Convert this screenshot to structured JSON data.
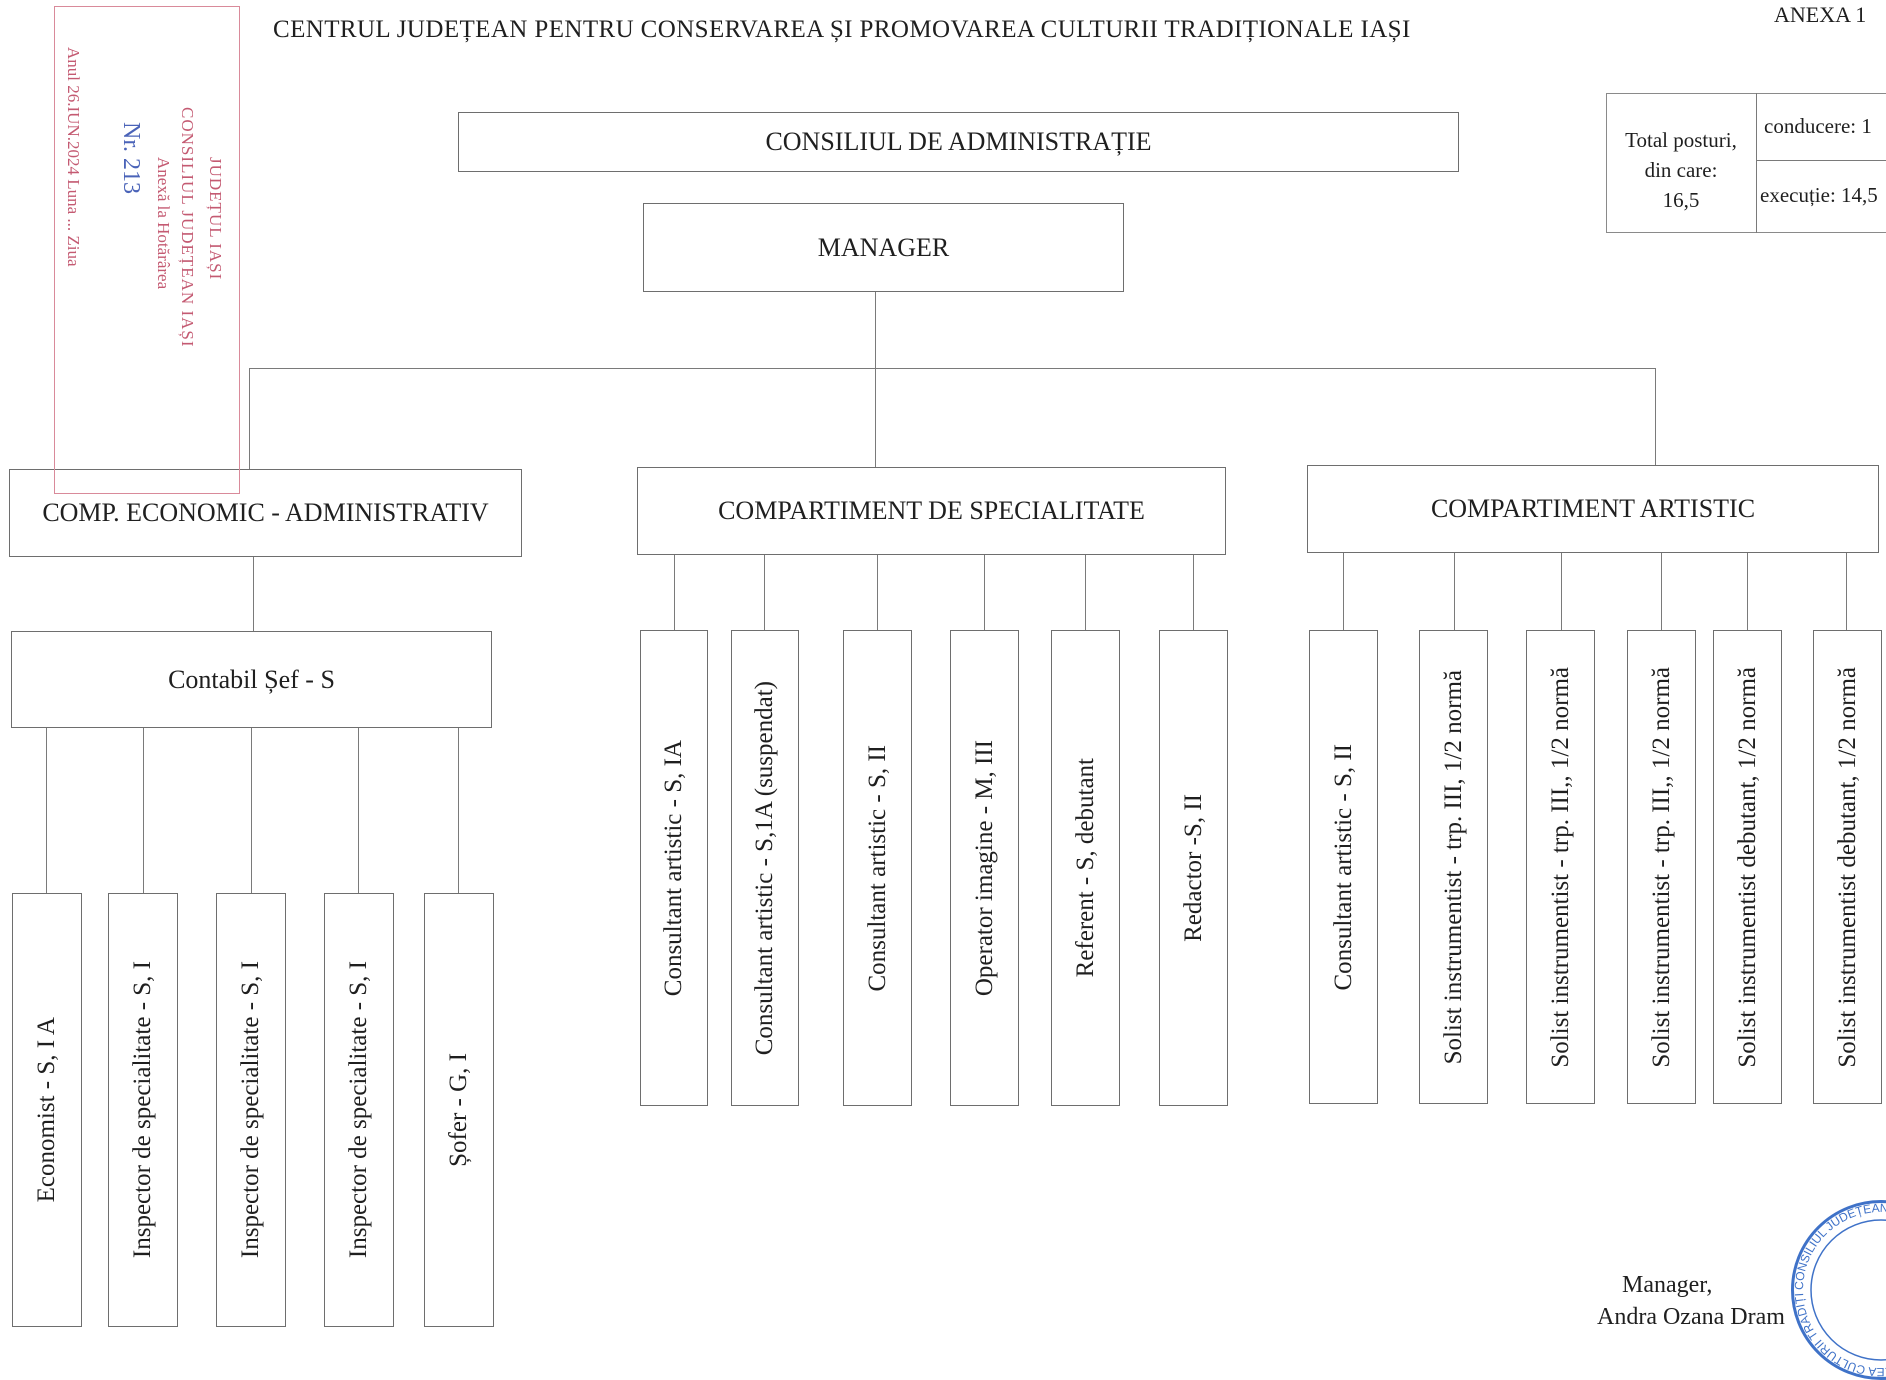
{
  "header": {
    "title": "CENTRUL JUDEȚEAN PENTRU CONSERVAREA ȘI PROMOVAREA CULTURII TRADIȚIONALE IAȘI",
    "annex": "ANEXA 1"
  },
  "totals": {
    "label_line1": "Total posturi,",
    "label_line2": "din care:",
    "total_value": "16,5",
    "conducere": "conducere: 1",
    "executie": "execuție: 14,5"
  },
  "org": {
    "board": "CONSILIUL DE ADMINISTRAȚIE",
    "manager": "MANAGER",
    "departments": [
      {
        "name": "COMP.  ECONOMIC - ADMINISTRATIV"
      },
      {
        "name": "COMPARTIMENT DE SPECIALITATE"
      },
      {
        "name": "COMPARTIMENT ARTISTIC"
      }
    ],
    "chief_accountant": "Contabil Șef - S",
    "economic_positions": [
      "Economist -  S, I A",
      "Inspector de specialitate -  S, I",
      "Inspector de specialitate -  S, I",
      "Inspector de specialitate -  S, I",
      "Șofer - G, I"
    ],
    "specialty_positions": [
      "Consultant artistic - S, IA",
      "Consultant artistic -  S,1A (suspendat)",
      "Consultant artistic - S, II",
      "Operator imagine - M, III",
      "Referent - S, debutant",
      "Redactor -S,  II"
    ],
    "artistic_positions": [
      "Consultant artistic -  S, II",
      "Solist instrumentist - trp. III, 1/2 normă",
      "Solist instrumentist - trp. III,, 1/2 normă",
      "Solist instrumentist - trp. III,, 1/2 normă",
      "Solist instrumentist debutant, 1/2 normă",
      "Solist instrumentist debutant, 1/2 normă"
    ]
  },
  "signature": {
    "role": "Manager,",
    "name": "Andra Ozana Dram"
  },
  "stamp": {
    "lines": [
      "JUDEȚUL IAȘI",
      "CONSILIUL JUDEȚEAN IAȘI",
      "Anexă la Hotărârea",
      "Nr. 213",
      "Anul 26.IUN.2024 Luna ... Ziua"
    ]
  },
  "seal": {
    "text": "CONSILIUL JUDEȚEAN PENTRU CONSERVAREA ȘI PROMOVAREA CULTURII TRADIȚIONALE"
  },
  "colors": {
    "line": "#7a7a7a",
    "stamp": "#c45a72",
    "seal": "#3f72c8"
  }
}
